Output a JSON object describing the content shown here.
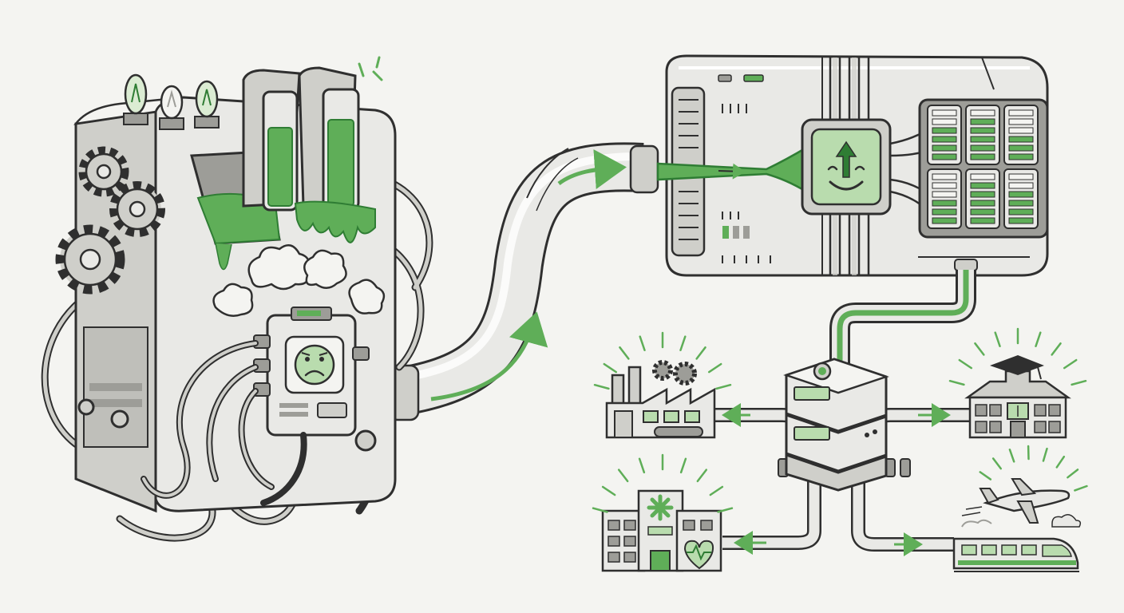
{
  "colors": {
    "paper": "#f4f4f1",
    "ink": "#2f2f2f",
    "metal_light": "#e9e9e6",
    "metal_mid": "#cfcfca",
    "metal_dark": "#9d9d98",
    "accent_green": "#5fae58",
    "green_dark": "#2f7d34",
    "green_light": "#b9dcae"
  },
  "diagram": {
    "legacy_machine": {
      "status_face": "sad-face-icon",
      "parts": [
        "gear-icon",
        "gear-icon",
        "gear-icon",
        "light-bulb-icon",
        "light-bulb-icon",
        "light-bulb-icon",
        "steam-cloud-icon",
        "tangled-cable-icon",
        "green-liquid-tank-icon"
      ]
    },
    "transfer_pipe": {
      "direction": "right",
      "icon": "arrow-icon"
    },
    "modern_server": {
      "status_face": "happy-face-icon",
      "center_icon": "up-arrow-icon",
      "battery_modules": 6
    },
    "distribution_hub": {
      "icon": "server-stack-icon"
    },
    "destinations": [
      {
        "id": "factory",
        "icon": "factory-icon"
      },
      {
        "id": "school",
        "icon": "school-graduation-cap-icon"
      },
      {
        "id": "hospital",
        "icon": "hospital-heart-icon"
      },
      {
        "id": "transport",
        "icon": "airplane-train-icon"
      }
    ]
  }
}
